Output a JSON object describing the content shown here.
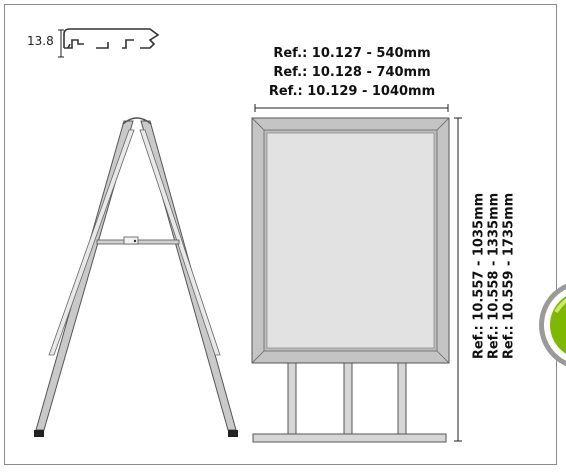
{
  "profile_label": "13.8",
  "width_refs": [
    "Ref.: 10.127 - 540mm",
    "Ref.: 10.128 - 740mm",
    "Ref.: 10.129 - 1040mm"
  ],
  "height_refs": [
    "Ref.: 10.557 - 1035mm",
    "Ref.: 10.558 - 1335mm",
    "Ref.: 10.559 - 1735mm"
  ],
  "colors": {
    "frame_border": "#8a8a8a",
    "aluminium": "#c9c9c9",
    "aluminium_dark": "#5a5a5a",
    "poster_area": "#e2e2e2",
    "badge_green": "#7fb800"
  }
}
